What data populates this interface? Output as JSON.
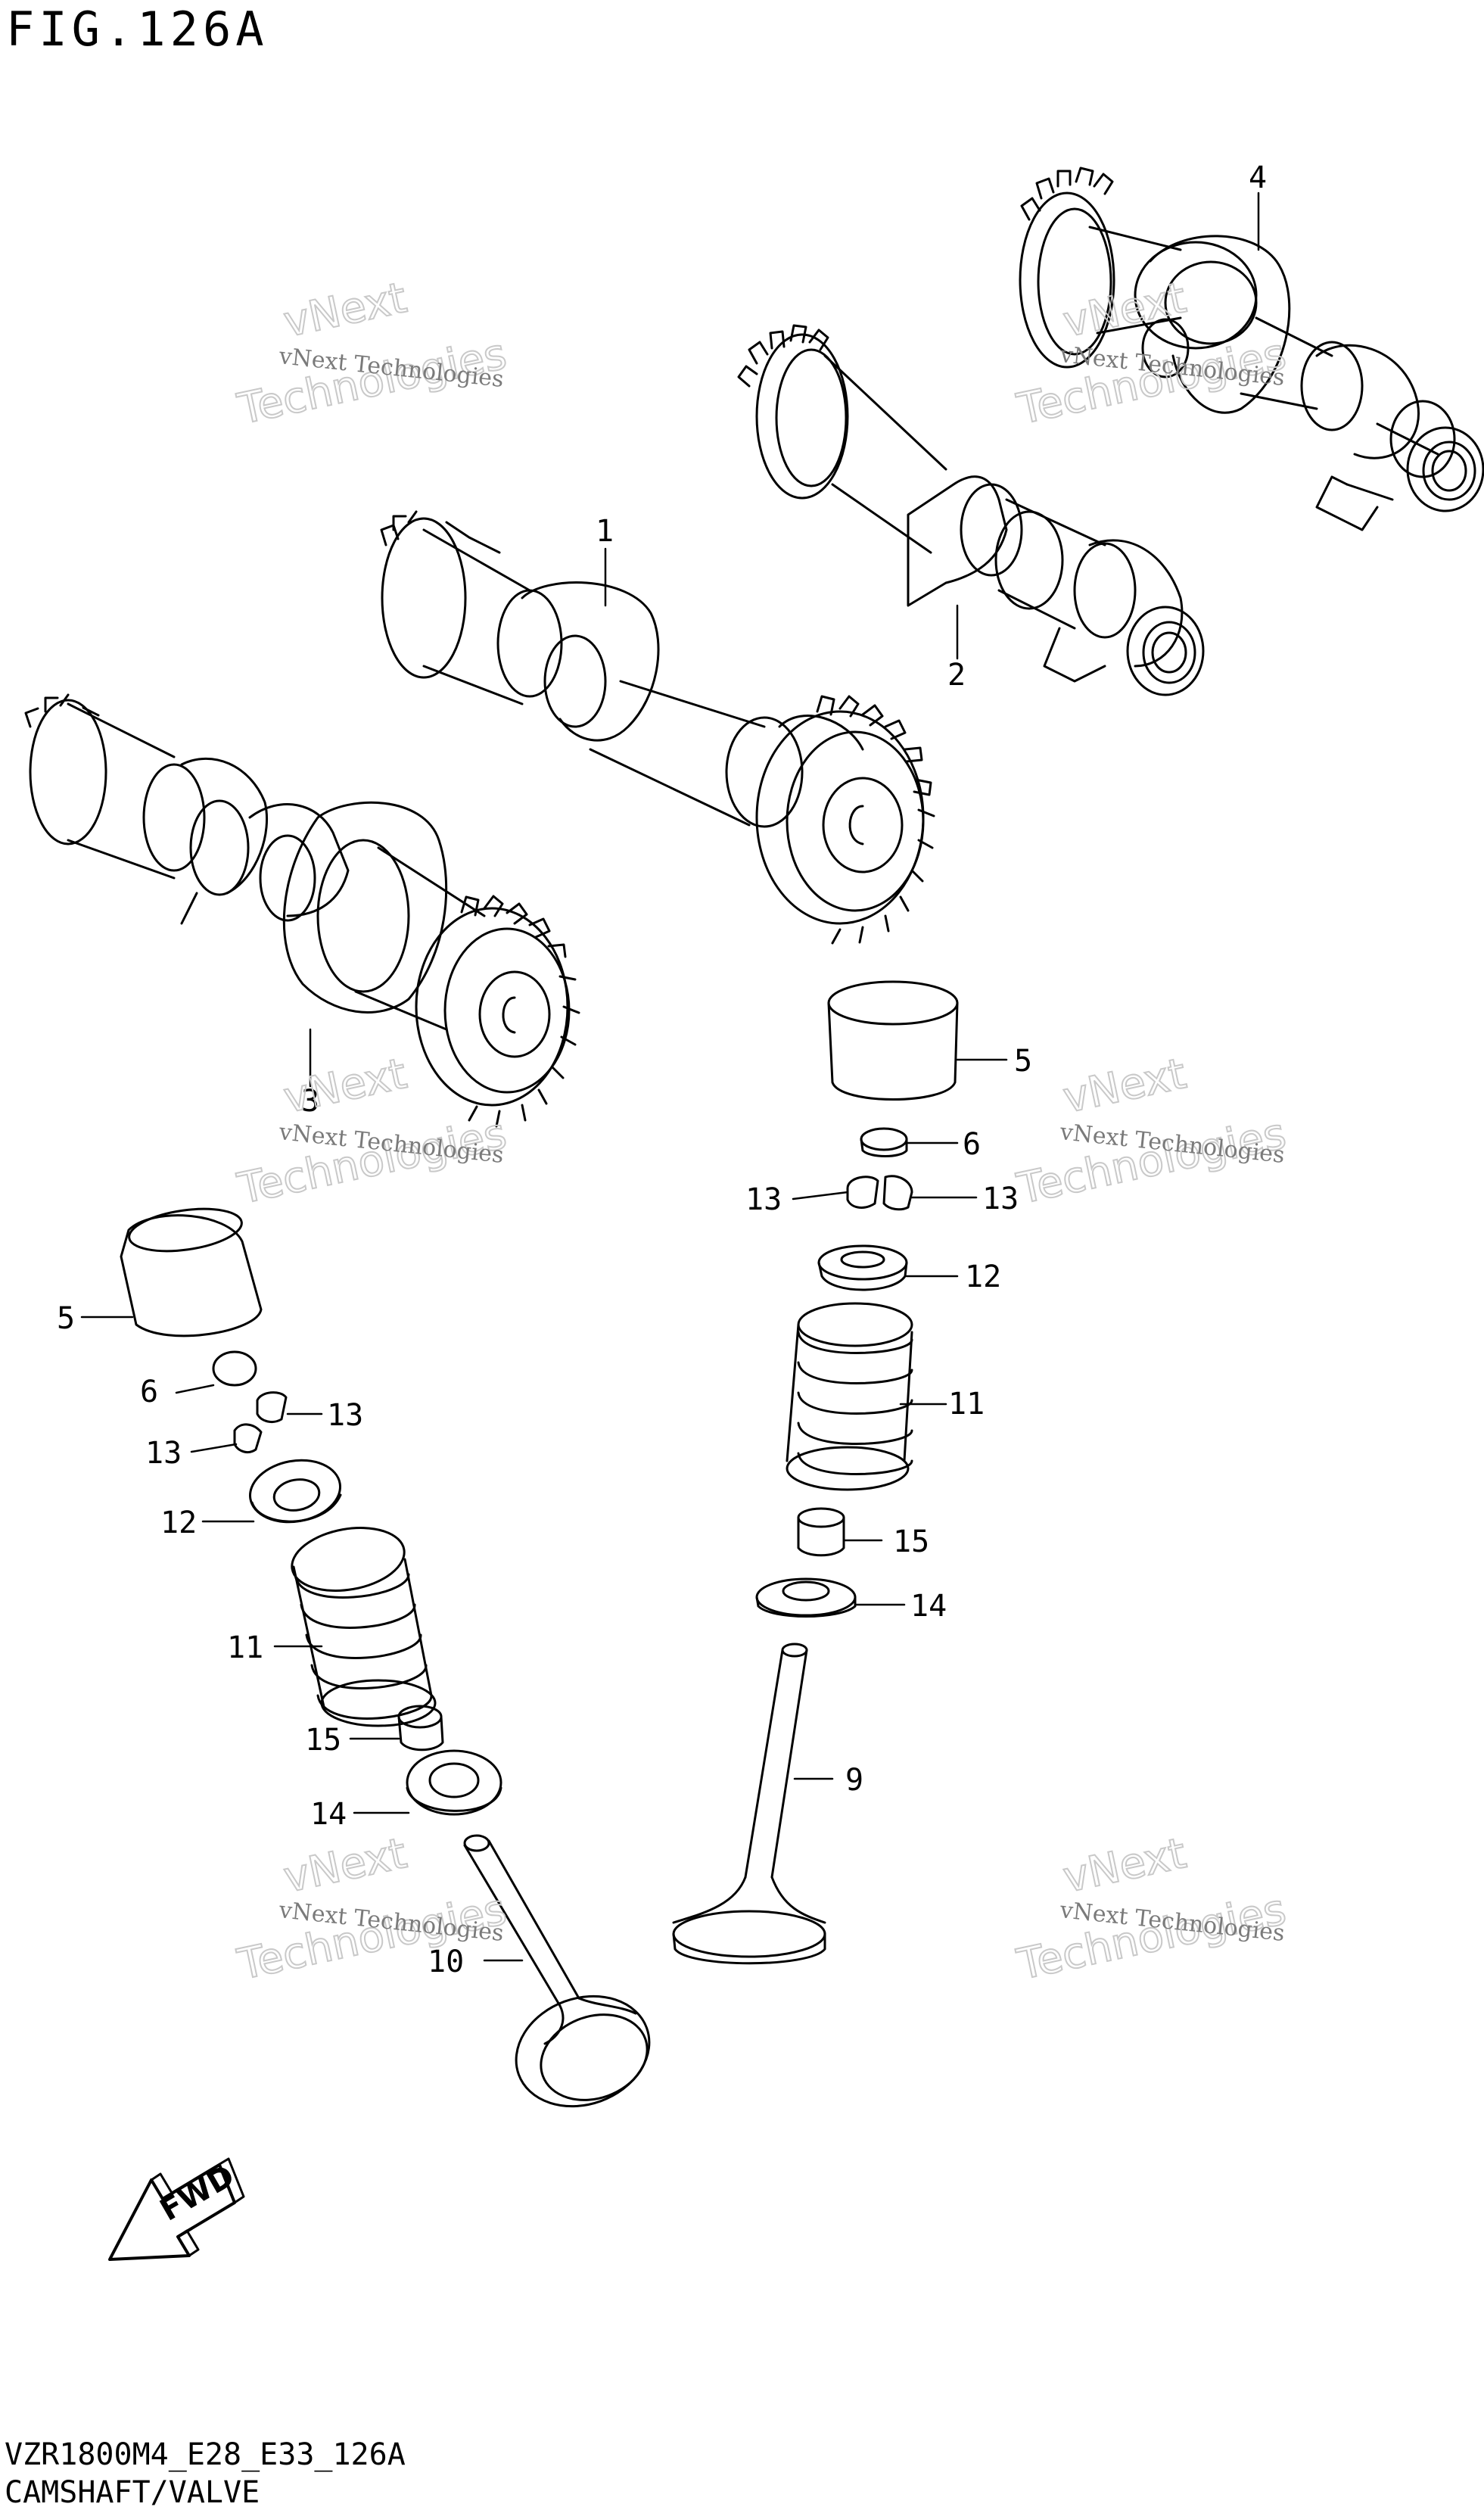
{
  "figure": {
    "title": "FIG.126A"
  },
  "footer": {
    "model_code": "VZR1800M4_E28_E33_126A",
    "section_name": "CAMSHAFT/VALVE"
  },
  "watermark": {
    "line1": "vNext Technologies",
    "line2": "vNext",
    "line3": "Technologies"
  },
  "callouts": [
    {
      "ref": "1"
    },
    {
      "ref": "2"
    },
    {
      "ref": "3"
    },
    {
      "ref": "4"
    },
    {
      "ref": "5"
    },
    {
      "ref": "6"
    },
    {
      "ref": "13"
    },
    {
      "ref": "13"
    },
    {
      "ref": "12"
    },
    {
      "ref": "11"
    },
    {
      "ref": "15"
    },
    {
      "ref": "14"
    },
    {
      "ref": "9"
    },
    {
      "ref": "5"
    },
    {
      "ref": "6"
    },
    {
      "ref": "13"
    },
    {
      "ref": "13"
    },
    {
      "ref": "12"
    },
    {
      "ref": "11"
    },
    {
      "ref": "15"
    },
    {
      "ref": "14"
    },
    {
      "ref": "10"
    }
  ],
  "fwd_label": "FWD",
  "colors": {
    "line": "#000000",
    "watermark_text": "#7a7a7a",
    "watermark_outline": "#c9c9c9",
    "background": "#ffffff"
  }
}
